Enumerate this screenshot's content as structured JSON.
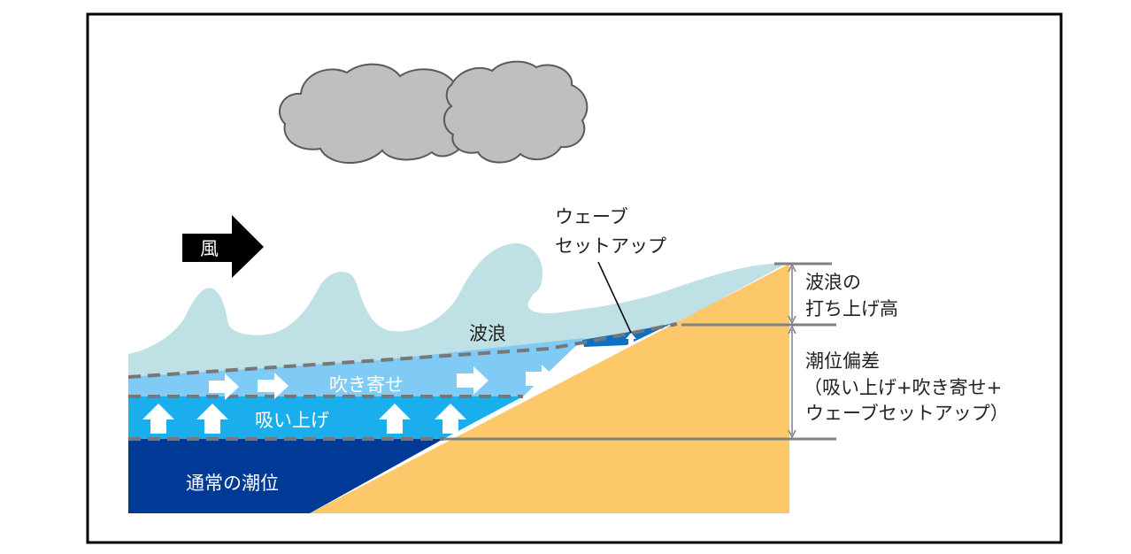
{
  "labels": {
    "wind": "風",
    "waves": "波浪",
    "wave_setup_line1": "ウェーブ",
    "wave_setup_line2": "セットアップ",
    "wind_setup": "吹き寄せ",
    "pressure_rise": "吸い上げ",
    "normal_tide": "通常の潮位",
    "runup_line1": "波浪の",
    "runup_line2": "打ち上げ高",
    "anomaly_title": "潮位偏差",
    "anomaly_line2": "（吸い上げ+吹き寄せ+",
    "anomaly_line3": "ウェーブセットアップ）"
  },
  "colors": {
    "frame": "#000000",
    "cloud": "#bfbfbf",
    "wave_crest": "#bfe0e4",
    "wind_setup_layer": "#7fcbf6",
    "pressure_layer": "#1aaeec",
    "normal_tide_layer": "#003a97",
    "wave_setup_water": "#0f6fc0",
    "land": "#fdc86a",
    "dashed_line": "#777777",
    "guide_line": "#808080"
  },
  "icons": {
    "wind_arrow": "block-arrow-right-icon",
    "up_arrow": "block-arrow-up-icon",
    "right_arrow": "block-arrow-right-icon",
    "dimension_arrow": "double-arrow-vertical-icon"
  }
}
